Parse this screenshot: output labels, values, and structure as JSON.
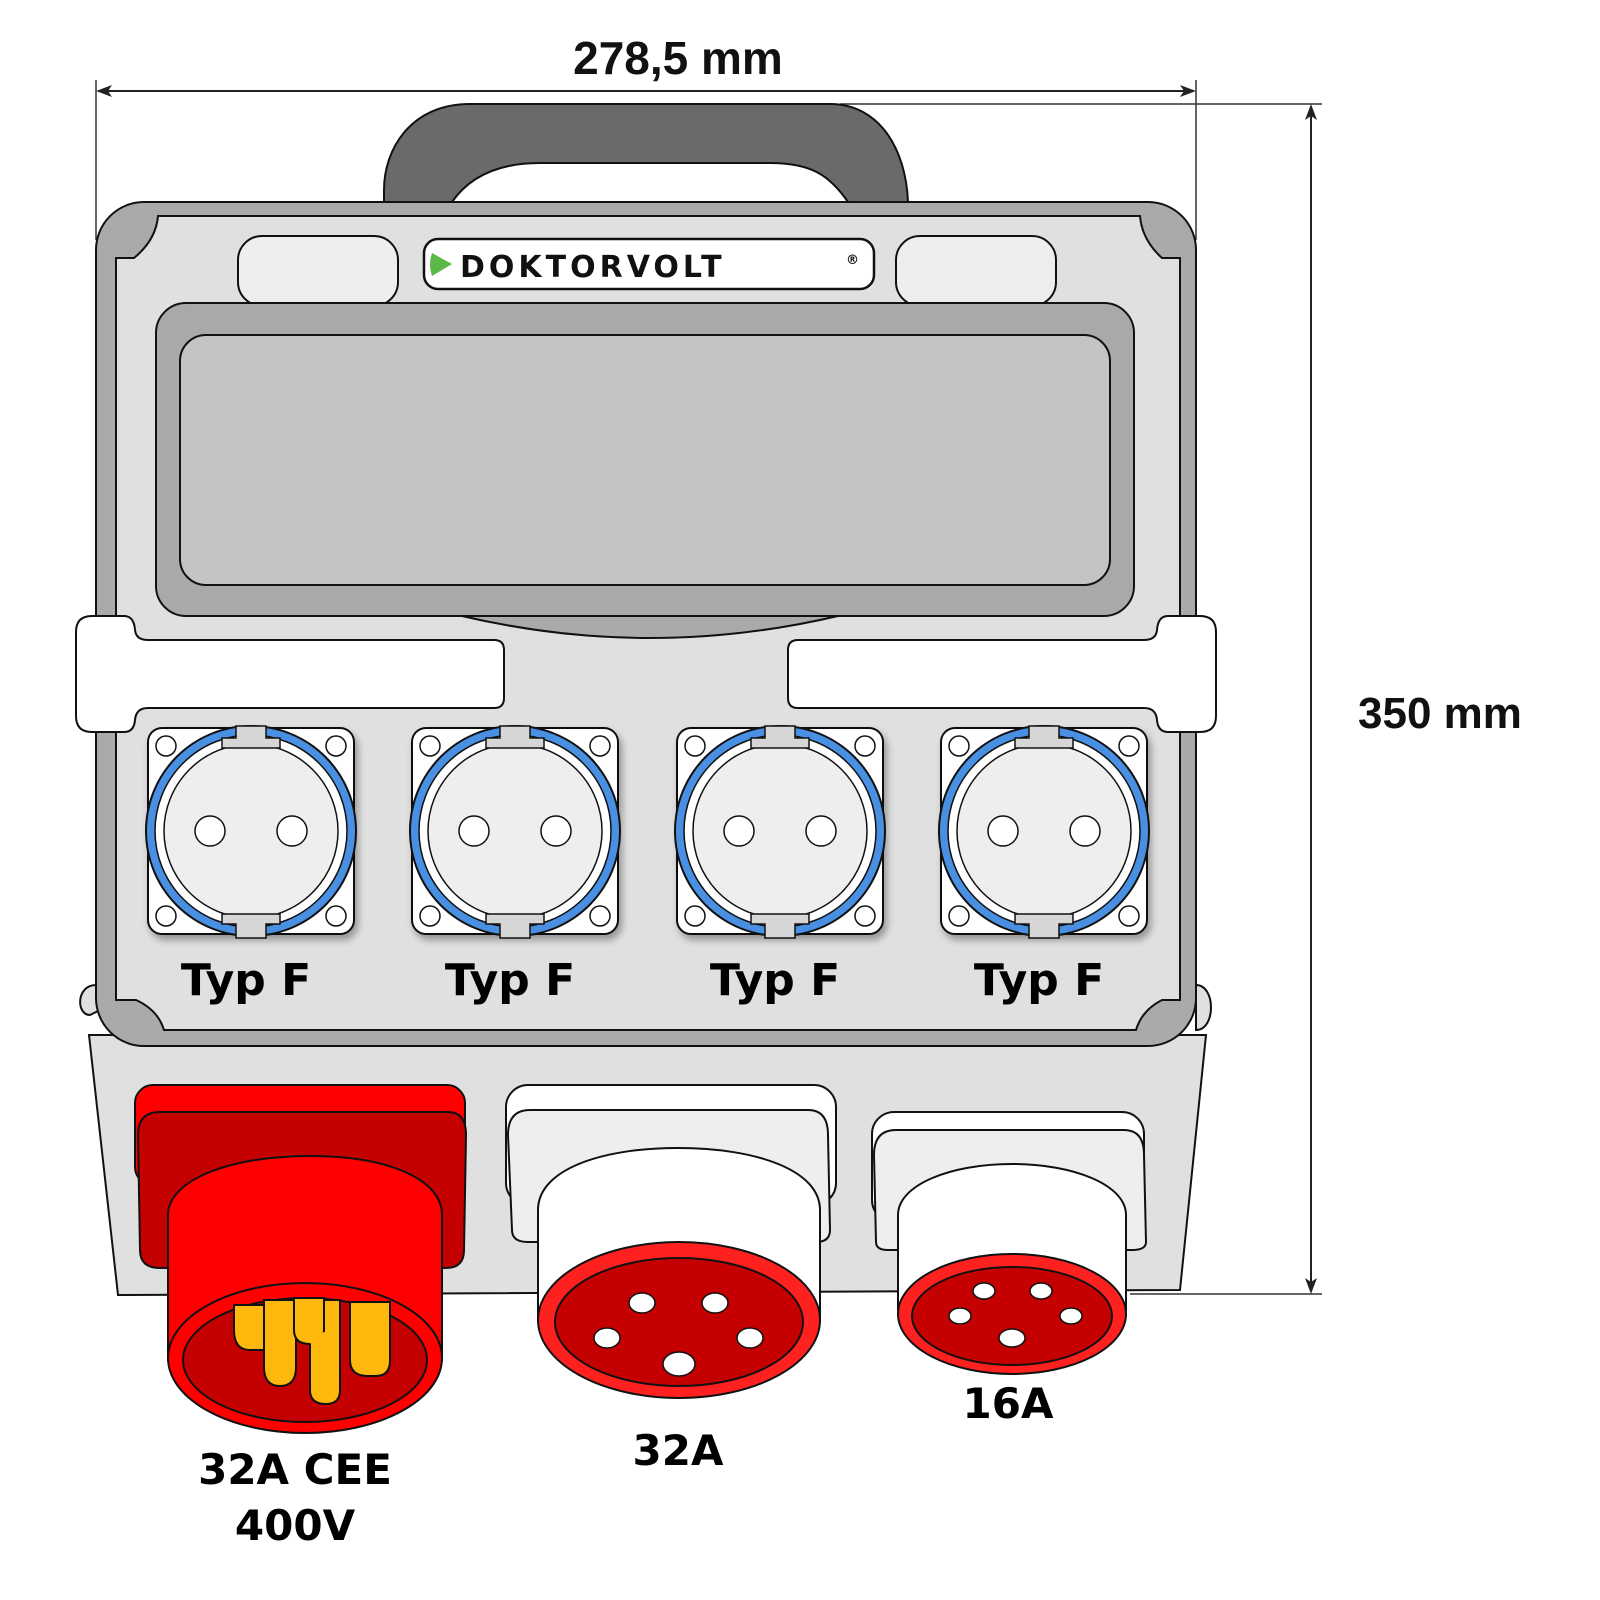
{
  "product": {
    "brand": "DOKTORVOLT",
    "registered_mark": "®",
    "brand_accent_color": "#5cb947"
  },
  "dimensions": {
    "width_label": "278,5 mm",
    "height_label": "350 mm"
  },
  "schuko_sockets": [
    {
      "label": "Typ F"
    },
    {
      "label": "Typ F"
    },
    {
      "label": "Typ F"
    },
    {
      "label": "Typ F"
    }
  ],
  "cee_connectors": [
    {
      "label_line1": "32A CEE",
      "label_line2": "400V",
      "kind": "plug-inlet",
      "pins": 5
    },
    {
      "label_line1": "32A",
      "label_line2": "",
      "kind": "socket",
      "pins": 5
    },
    {
      "label_line1": "16A",
      "label_line2": "",
      "kind": "socket",
      "pins": 5
    }
  ],
  "colors": {
    "body_outer": "#aaaaaa",
    "body_inner": "#e0e0e0",
    "handle": "#6a6a6a",
    "window_frame": "#a9a9a9",
    "window_glass": "#c4c4c4",
    "socket_ring": "#4a90e2",
    "cee_red": "#ff0000",
    "cee_dark_red": "#c40000",
    "cee_pin_yellow": "#ffb80d"
  }
}
